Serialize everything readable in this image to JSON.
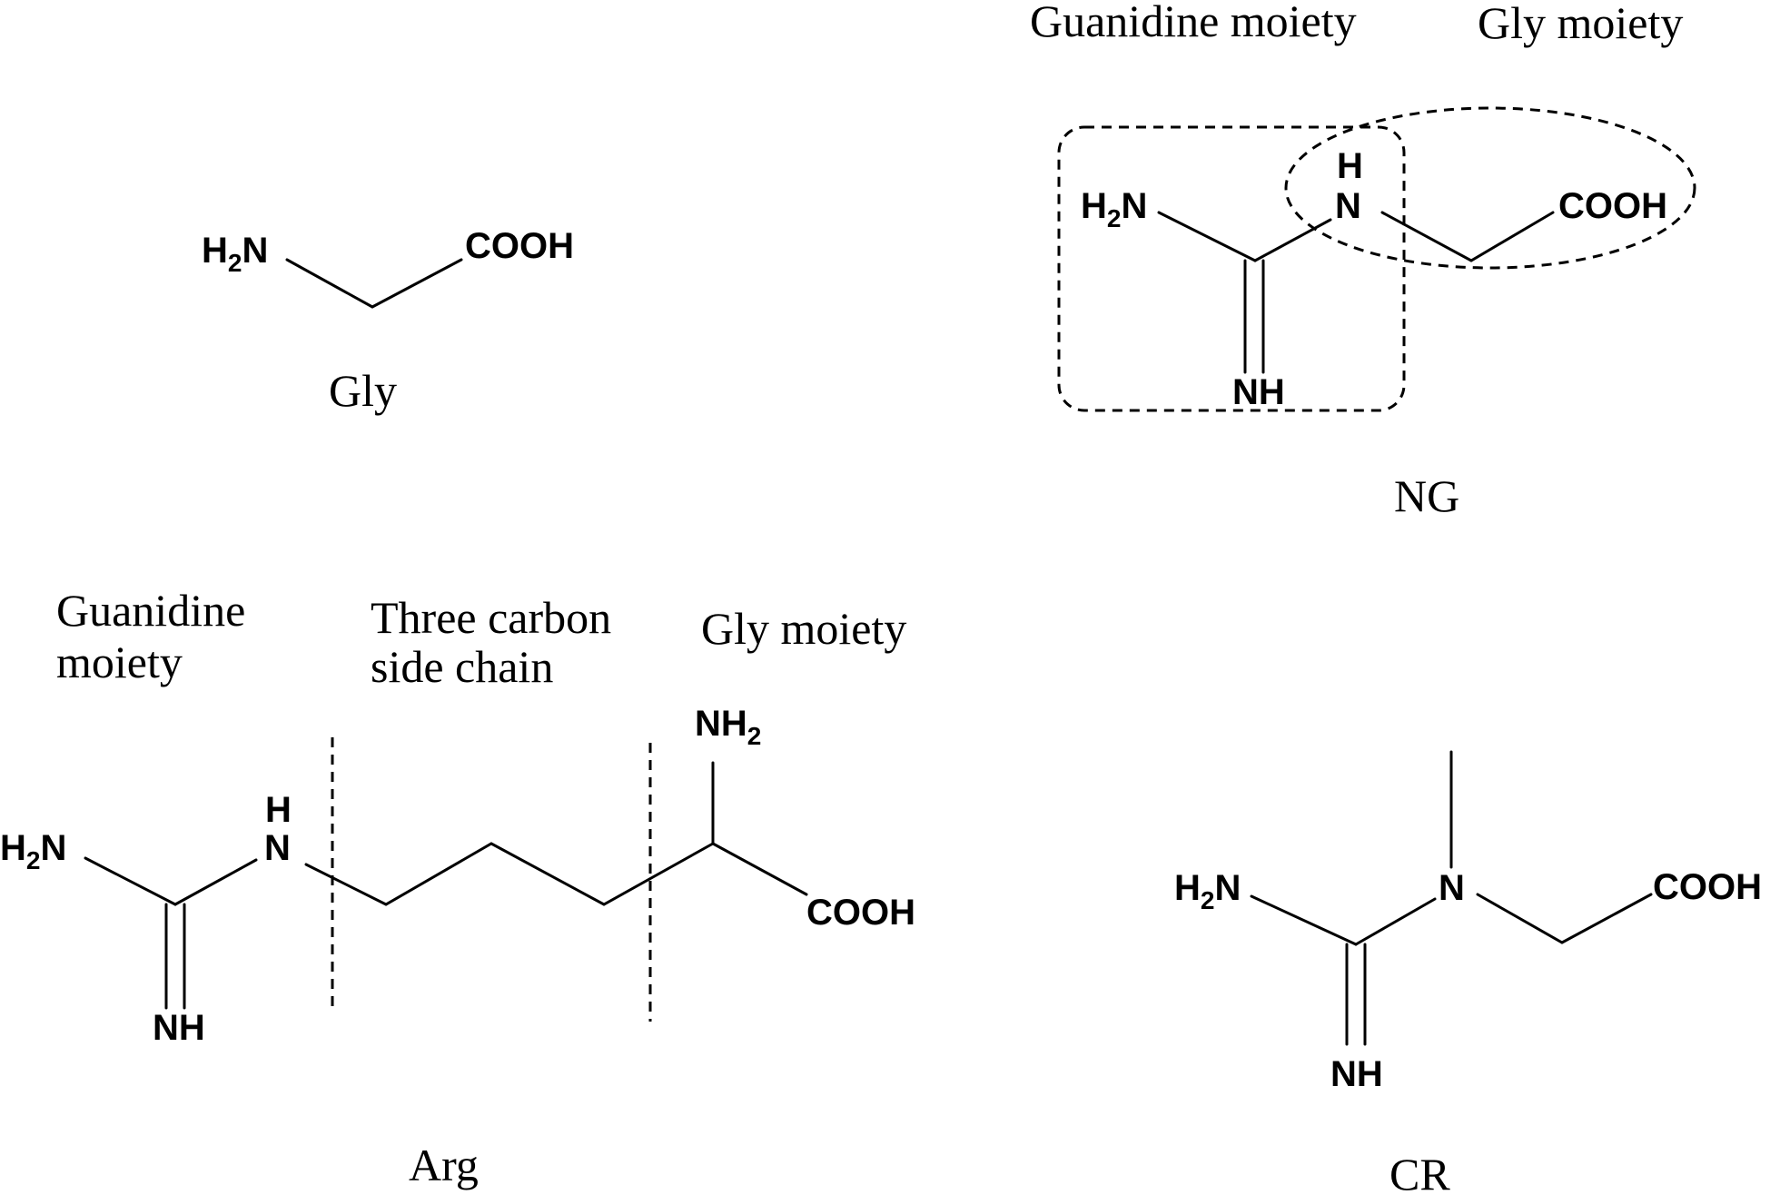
{
  "gly": {
    "name": "Gly",
    "amine_main": "H",
    "amine_sub": "2",
    "amine_tail": "N",
    "carboxyl": "COOH"
  },
  "ng": {
    "name": "NG",
    "label_guanidine": "Guanidine moiety",
    "label_gly": "Gly moiety",
    "amine_main": "H",
    "amine_sub": "2",
    "amine_tail": "N",
    "nh_h": "H",
    "nh_n": "N",
    "imine": "NH",
    "carboxyl": "COOH"
  },
  "arg": {
    "name": "Arg",
    "label_guanidine_line1": "Guanidine",
    "label_guanidine_line2": "moiety",
    "label_chain_line1": "Three carbon",
    "label_chain_line2": "side chain",
    "label_gly": "Gly moiety",
    "amine_main": "H",
    "amine_sub": "2",
    "amine_tail": "N",
    "nh_h": "H",
    "nh_n": "N",
    "imine": "NH",
    "alpha_amine_main": "NH",
    "alpha_amine_sub": "2",
    "carboxyl": "COOH"
  },
  "cr": {
    "name": "CR",
    "amine_main": "H",
    "amine_sub": "2",
    "amine_tail": "N",
    "n_methyl": "N",
    "imine": "NH",
    "carboxyl": "COOH"
  }
}
